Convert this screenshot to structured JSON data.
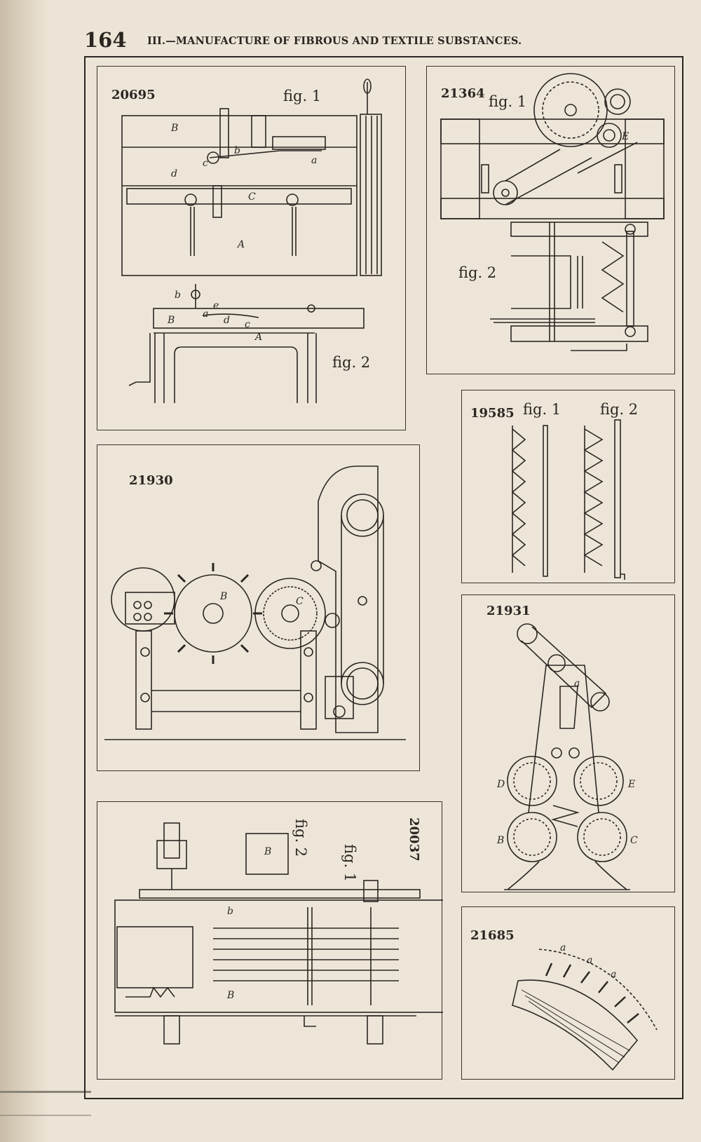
{
  "page": {
    "number": "164",
    "running_head": "III.—MANUFACTURE OF FIBROUS AND TEXTILE SUBSTANCES."
  },
  "figures": {
    "p20695": {
      "number": "20695",
      "fig1": "fig. 1",
      "fig2": "fig. 2",
      "letters": {
        "B": "B",
        "b": "b",
        "c": "c",
        "a": "a",
        "d": "d",
        "C": "C",
        "A": "A",
        "b2": "b",
        "e": "e",
        "a2": "a",
        "B2": "B",
        "d2": "d",
        "c2": "c",
        "A2": "A"
      }
    },
    "p21364": {
      "number": "21364",
      "fig1": "fig. 1",
      "fig2": "fig. 2",
      "letters": {
        "E": "E"
      }
    },
    "p19585": {
      "number": "19585",
      "fig1": "fig. 1",
      "fig2": "fig. 2"
    },
    "p21930": {
      "number": "21930",
      "letters": {
        "B": "B",
        "C": "C"
      }
    },
    "p21931": {
      "number": "21931",
      "letters": {
        "a": "a",
        "D": "D",
        "E": "E",
        "B": "B",
        "C": "C"
      }
    },
    "p20037": {
      "number": "20037",
      "fig1": "fig. 1",
      "fig2": "fig. 2",
      "letters": {
        "B": "B",
        "b": "b",
        "B2": "B"
      }
    },
    "p21685": {
      "number": "21685",
      "letters": {
        "a1": "a",
        "a2": "a",
        "a3": "a"
      }
    }
  },
  "colors": {
    "ink": "#2b2622",
    "paper": "#ece4d6"
  }
}
